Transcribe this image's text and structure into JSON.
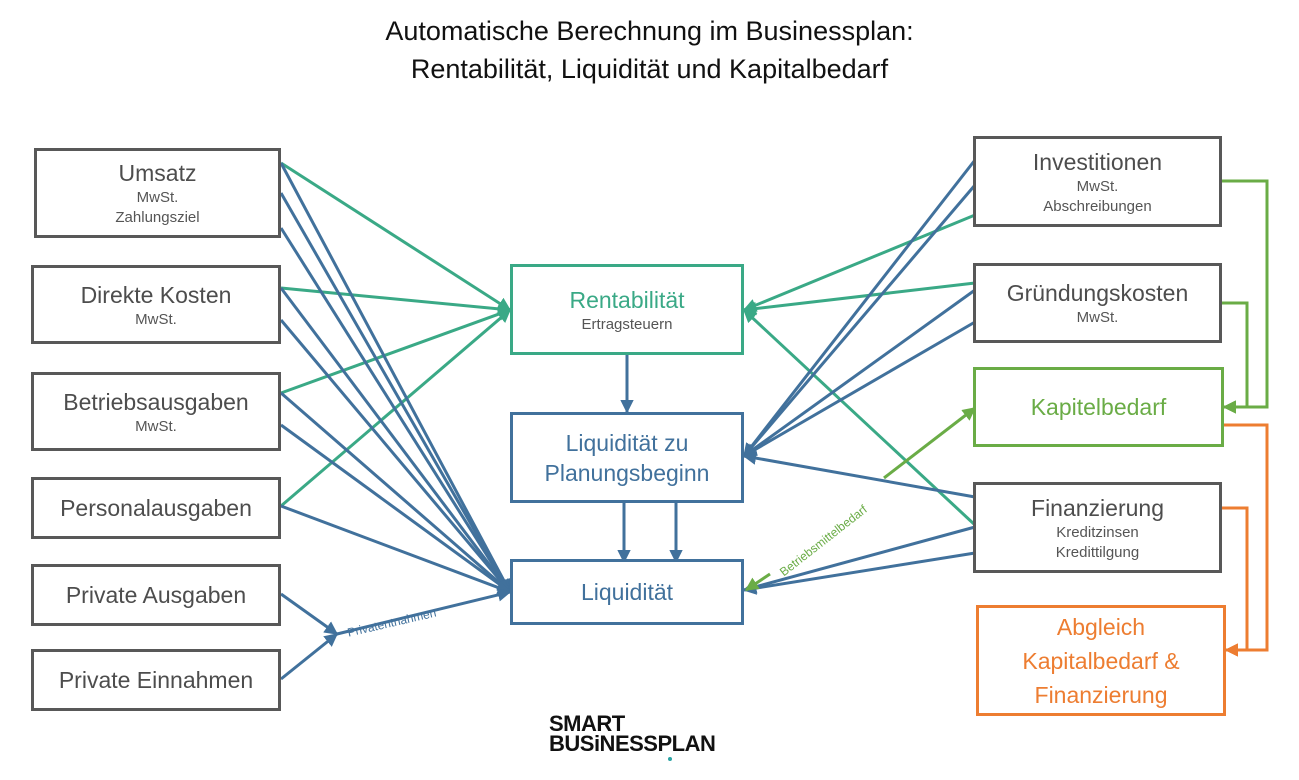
{
  "title": {
    "line1": "Automatische Berechnung im Businessplan:",
    "line2": "Rentabilität, Liquidität und Kapitalbedarf"
  },
  "nodes": {
    "umsatz": {
      "label": "Umsatz",
      "sub1": "MwSt.",
      "sub2": "Zahlungsziel"
    },
    "direkte_kosten": {
      "label": "Direkte Kosten",
      "sub1": "MwSt."
    },
    "betriebsausgaben": {
      "label": "Betriebsausgaben",
      "sub1": "MwSt."
    },
    "personalausgaben": {
      "label": "Personalausgaben"
    },
    "private_ausgaben": {
      "label": "Private Ausgaben"
    },
    "private_einnahmen": {
      "label": "Private Einnahmen"
    },
    "rentabilitaet": {
      "label": "Rentabilität",
      "sub1": "Ertragsteuern"
    },
    "liquiditaet_planungsbeginn": {
      "label": "Liquidität zu\nPlanungsbeginn"
    },
    "liquiditaet": {
      "label": "Liquidität"
    },
    "investitionen": {
      "label": "Investitionen",
      "sub1": "MwSt.",
      "sub2": "Abschreibungen"
    },
    "gruendungskosten": {
      "label": "Gründungskosten",
      "sub1": "MwSt."
    },
    "kapitalbedarf": {
      "label": "Kapitelbedarf"
    },
    "finanzierung": {
      "label": "Finanzierung",
      "sub1": "Kreditzinsen",
      "sub2": "Kredittilgung"
    },
    "abgleich": {
      "label": "Abgleich\nKapitalbedarf &\nFinanzierung"
    }
  },
  "edge_labels": {
    "privatentnahmen": "Privatentnahmen",
    "betriebsmittelbedarf": "Betriebsmittelbedarf"
  },
  "colors": {
    "green": "#3aa986",
    "blue": "#41719c",
    "light_green": "#6aac46",
    "orange": "#ed7d31",
    "gray": "#585858"
  },
  "logo": {
    "line1": "SMART",
    "line2": "BUSiNESSPLAN"
  }
}
